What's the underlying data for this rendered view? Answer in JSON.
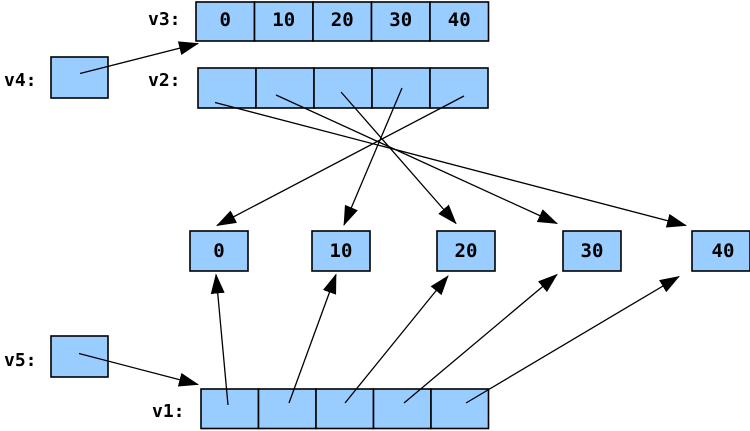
{
  "diagram": {
    "background": "#ffffff",
    "box_fill": "#99ccff",
    "box_border": "#000000",
    "arrow_color": "#000000",
    "text_color": "#000000"
  },
  "labels": {
    "v1": "v1:",
    "v2": "v2:",
    "v3": "v3:",
    "v4": "v4:",
    "v5": "v5:"
  },
  "v3_values": [
    "0",
    "10",
    "20",
    "30",
    "40"
  ],
  "heap_values": [
    "0",
    "10",
    "20",
    "30",
    "40"
  ],
  "connections": {
    "v4_points_to": "v3",
    "v5_points_to": "v1",
    "v2_cell_targets": [
      "40",
      "30",
      "20",
      "10",
      "0"
    ],
    "v1_cell_targets": [
      "0",
      "10",
      "20",
      "30",
      "40"
    ]
  }
}
